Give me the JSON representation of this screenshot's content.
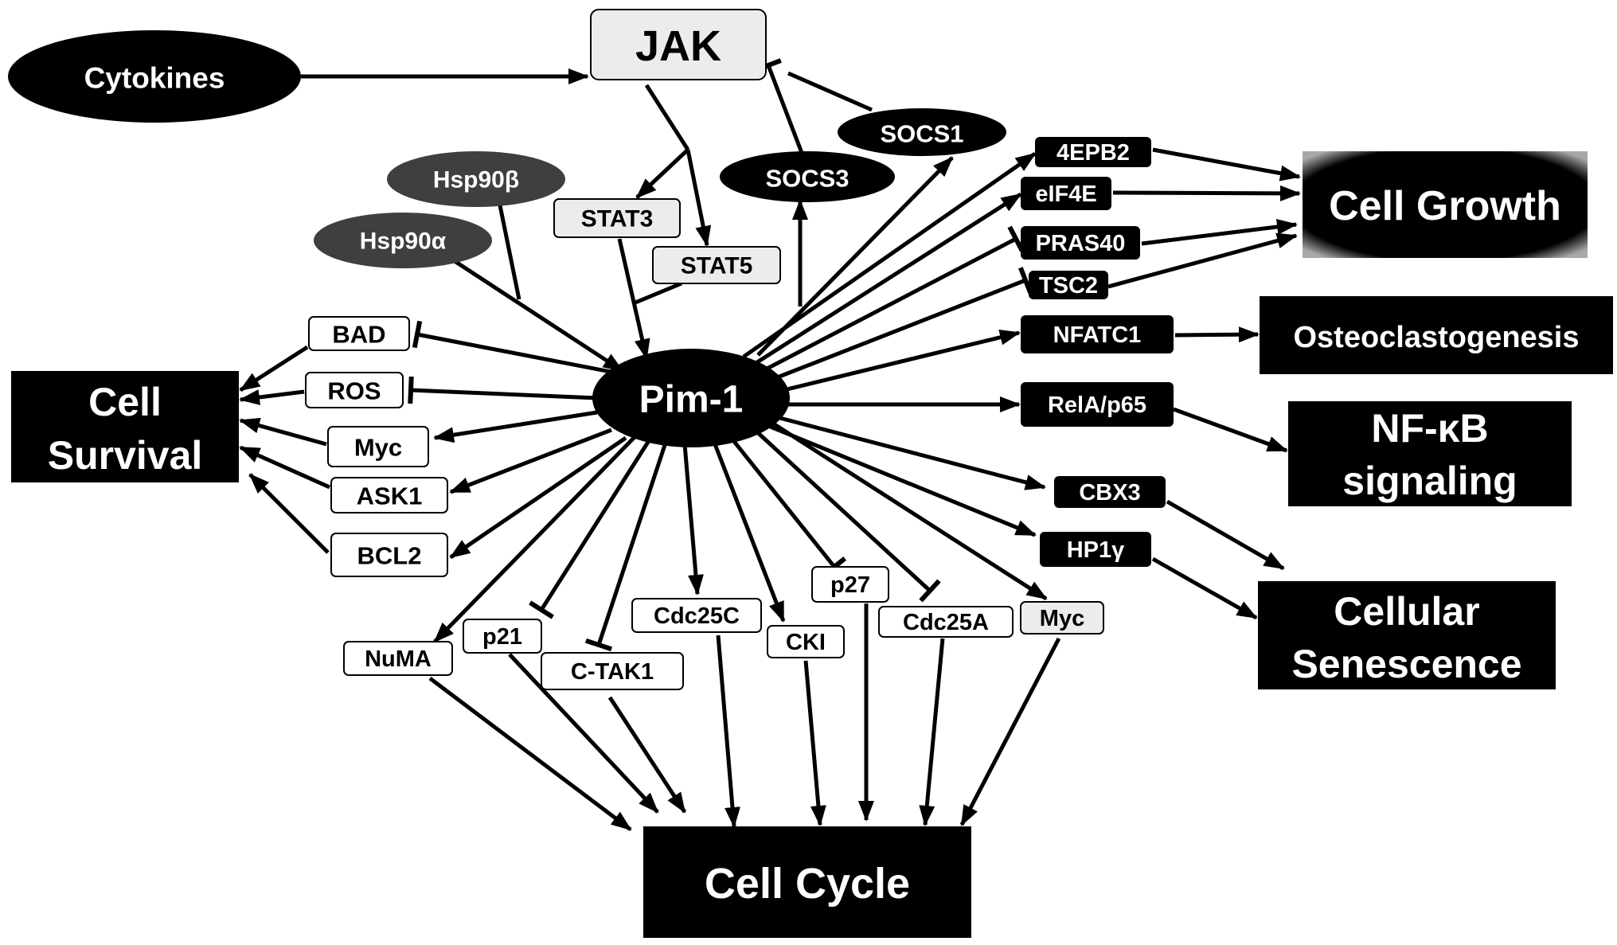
{
  "colors": {
    "black": "#000000",
    "white": "#ffffff",
    "light_gray": "#ececec",
    "dark_gray": "#3f3f3f",
    "gradient_edge": "#a8a8a8"
  },
  "nodes": {
    "cytokines": "Cytokines",
    "jak": "JAK",
    "socs1": "SOCS1",
    "socs3": "SOCS3",
    "hsp90b": "Hsp90β",
    "hsp90a": "Hsp90α",
    "stat3": "STAT3",
    "stat5": "STAT5",
    "pim1": "Pim-1",
    "bad": "BAD",
    "ros": "ROS",
    "myc_left": "Myc",
    "ask1": "ASK1",
    "bcl2": "BCL2",
    "numa": "NuMA",
    "p21": "p21",
    "ctak1": "C-TAK1",
    "cdc25c": "Cdc25C",
    "cki": "CKI",
    "p27": "p27",
    "cdc25a": "Cdc25A",
    "myc_bottom": "Myc",
    "4epb2": "4EPB2",
    "eif4e": "eIF4E",
    "pras40": "PRAS40",
    "tsc2": "TSC2",
    "nfatc1": "NFATC1",
    "rela": "RelA/p65",
    "cbx3": "CBX3",
    "hp1g": "HP1γ"
  },
  "outcomes": {
    "cell_survival": [
      "Cell",
      "Survival"
    ],
    "cell_cycle": "Cell Cycle",
    "cell_growth": "Cell Growth",
    "osteoclastogenesis": "Osteoclastogenesis",
    "nfkb": [
      "NF-κB",
      "signaling"
    ],
    "senescence": [
      "Cellular",
      "Senescence"
    ]
  }
}
